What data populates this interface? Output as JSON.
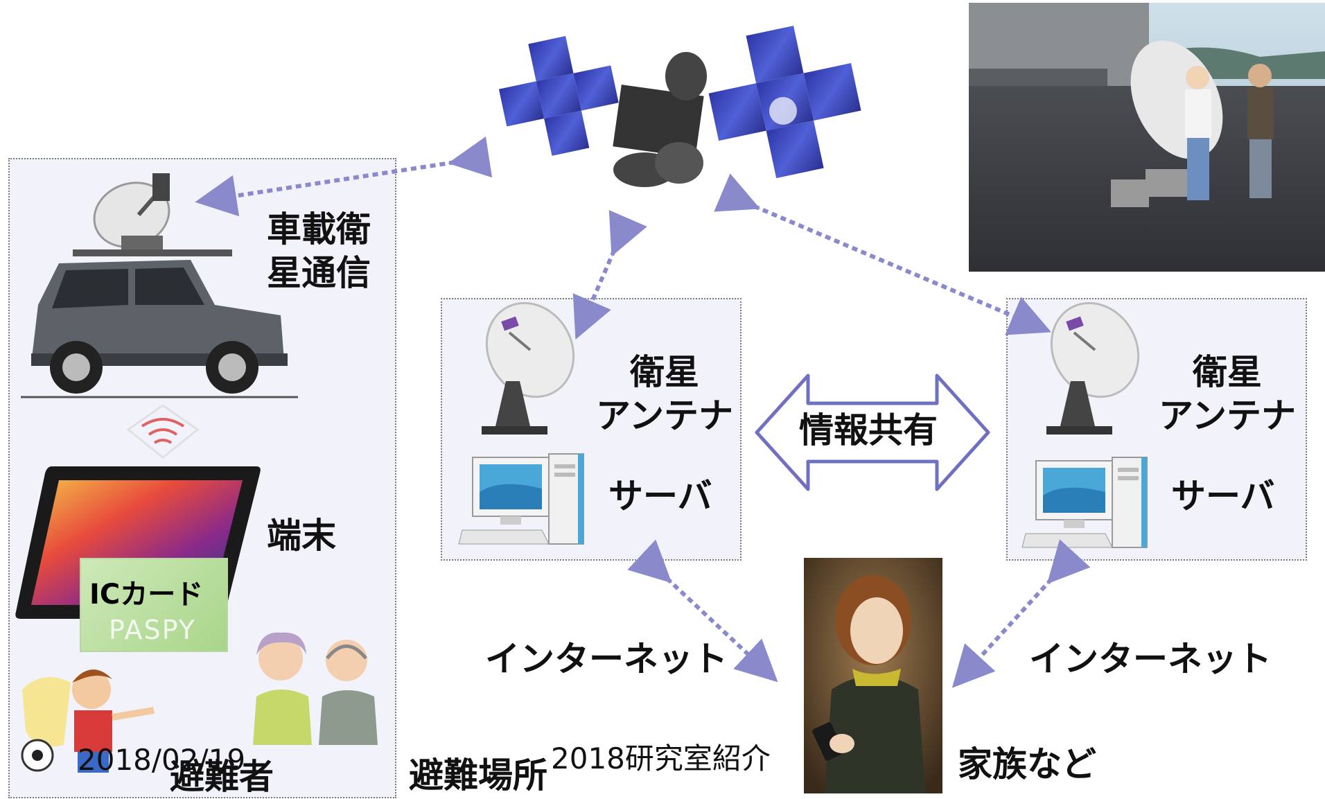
{
  "labels": {
    "vehicle_satcom": "車載衛\n星通信",
    "terminal": "端末",
    "ic_card": "ICカード",
    "ic_card_brand": "PASPY",
    "evacuees": "避難者",
    "shelter": "避難場所",
    "antenna_left": "衛星\nアンテナ",
    "server_left": "サーバ",
    "antenna_right": "衛星\nアンテナ",
    "server_right": "サーバ",
    "info_share": "情報共有",
    "internet_left": "インターネット",
    "internet_right": "インターネット",
    "family": "家族など"
  },
  "footer": {
    "date": "2018/02/19",
    "title": "2018研究室紹介"
  },
  "colors": {
    "arrow": "#8a89cc",
    "panel_bg": "#f2f2fb",
    "panel_border": "#7a7a7a",
    "solar_panel": "#3a3fb0",
    "share_arrow_stroke": "#7070c0"
  }
}
